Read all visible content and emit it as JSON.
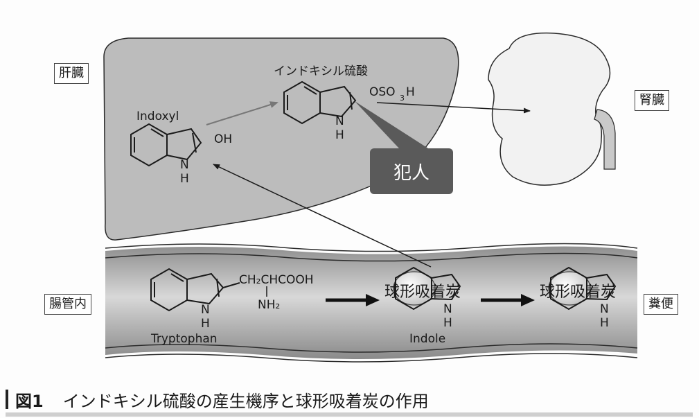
{
  "labels": {
    "liver": "肝臓",
    "kidney": "腎臓",
    "intestine": "腸管内",
    "feces": "糞便",
    "culprit": "犯人"
  },
  "molecules": {
    "indoxyl": "Indoxyl",
    "indoxyl_group": "OH",
    "indoxyl_sulfate": "インドキシル硫酸",
    "sulfate_group_prefix": "OSO",
    "sulfate_group_sub": "3",
    "sulfate_group_suffix": "H",
    "nh_n": "N",
    "nh_h": "H",
    "tryptophan": "Tryptophan",
    "tryptophan_chain": "CH₂CHCOOH",
    "tryptophan_amine": "NH₂",
    "indole": "Indole",
    "adsorbent": "球形吸着炭"
  },
  "caption": {
    "figure_number": "図1",
    "text": "インドキシル硫酸の産生機序と球形吸着炭の作用"
  },
  "colors": {
    "liver_fill": "#bcbcbc",
    "intestine_fill": "#a6a6a6",
    "kidney_fill": "#f2f2f2",
    "culprit_fill": "#5a5a5a"
  }
}
